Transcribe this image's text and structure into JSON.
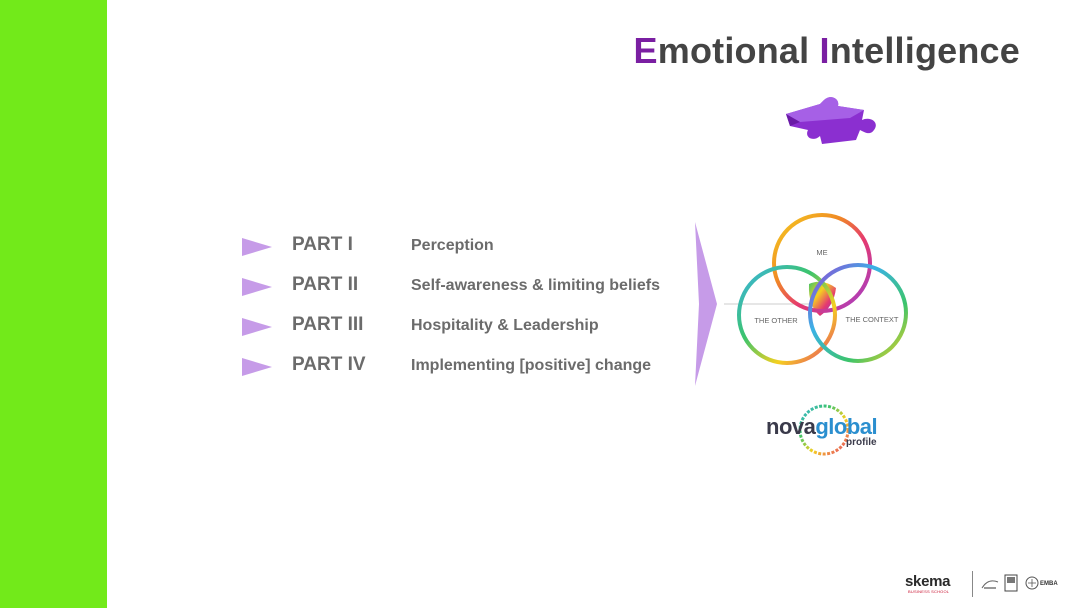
{
  "colors": {
    "side_bar": "#72ea1a",
    "accent_purple": "#7a1fa2",
    "arrow_lilac": "#c69be8",
    "text_gray": "#6b6b6b"
  },
  "header": {
    "title_cap_1": "E",
    "title_rest_1": "motional ",
    "title_cap_2": "I",
    "title_rest_2": "ntelligence"
  },
  "agenda": [
    {
      "part": "PART I",
      "desc": "Perception"
    },
    {
      "part": "PART II",
      "desc": "Self-awareness & limiting beliefs"
    },
    {
      "part": "PART III",
      "desc": "Hospitality & Leadership"
    },
    {
      "part": "PART IV",
      "desc": "Implementing [positive] change"
    }
  ],
  "venn": {
    "top": "ME",
    "left": "THE OTHER",
    "right": "THE CONTEXT"
  },
  "nova_logo": {
    "brand_a": "nova",
    "brand_b": "global",
    "profile": "profile"
  },
  "footer": {
    "skema": "skema",
    "skema_sub": "BUSINESS SCHOOL",
    "emba": "EMBA"
  }
}
